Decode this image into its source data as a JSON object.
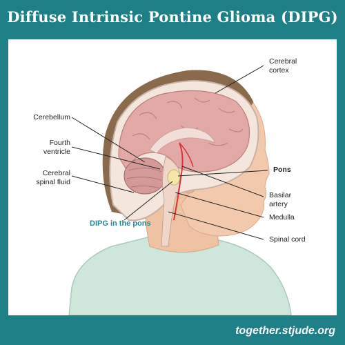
{
  "title": "Diffuse Intrinsic Pontine Glioma (DIPG)",
  "labels": {
    "cerebral_cortex_1": "Cerebral",
    "cerebral_cortex_2": "cortex",
    "cerebellum": "Cerebellum",
    "fourth_ventricle_1": "Fourth",
    "fourth_ventricle_2": "ventricle",
    "csf_1": "Cerebral",
    "csf_2": "spinal fluid",
    "pons": "Pons",
    "basilar_artery_1": "Basilar",
    "basilar_artery_2": "artery",
    "medulla": "Medulla",
    "spinal_cord": "Spinal cord",
    "dipg_in_pons": "DIPG in the pons"
  },
  "footer": "together.stjude.org",
  "colors": {
    "frame": "#1f7f86",
    "accent_label": "#1f8a93",
    "skin": "#f2c9ad",
    "hair": "#8a6a4c",
    "brain": "#e2a9a6",
    "shirt": "#cfe6da"
  }
}
